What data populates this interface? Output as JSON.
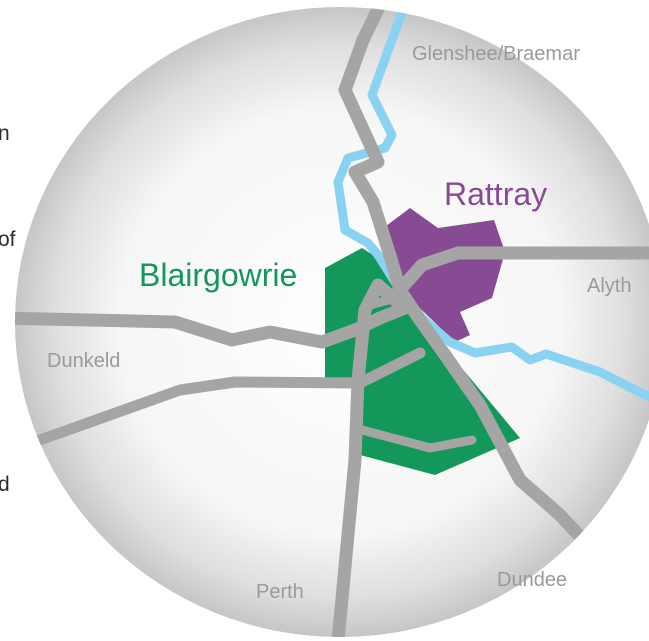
{
  "page_edge_text": [
    "n",
    "of",
    "d"
  ],
  "towns": {
    "rattray": {
      "label": "Rattray",
      "color": "#874b94"
    },
    "blairgowrie": {
      "label": "Blairgowrie",
      "color": "#14975a"
    }
  },
  "destinations": {
    "glenshee": "Glenshee/Braemar",
    "alyth": "Alyth",
    "dunkeld": "Dunkeld",
    "perth": "Perth",
    "dundee": "Dundee"
  },
  "colors": {
    "road": "#a5a5a5",
    "river": "#89d2f1",
    "label_gray": "#9a9a9a",
    "edge_text": "#2b2b2b"
  }
}
